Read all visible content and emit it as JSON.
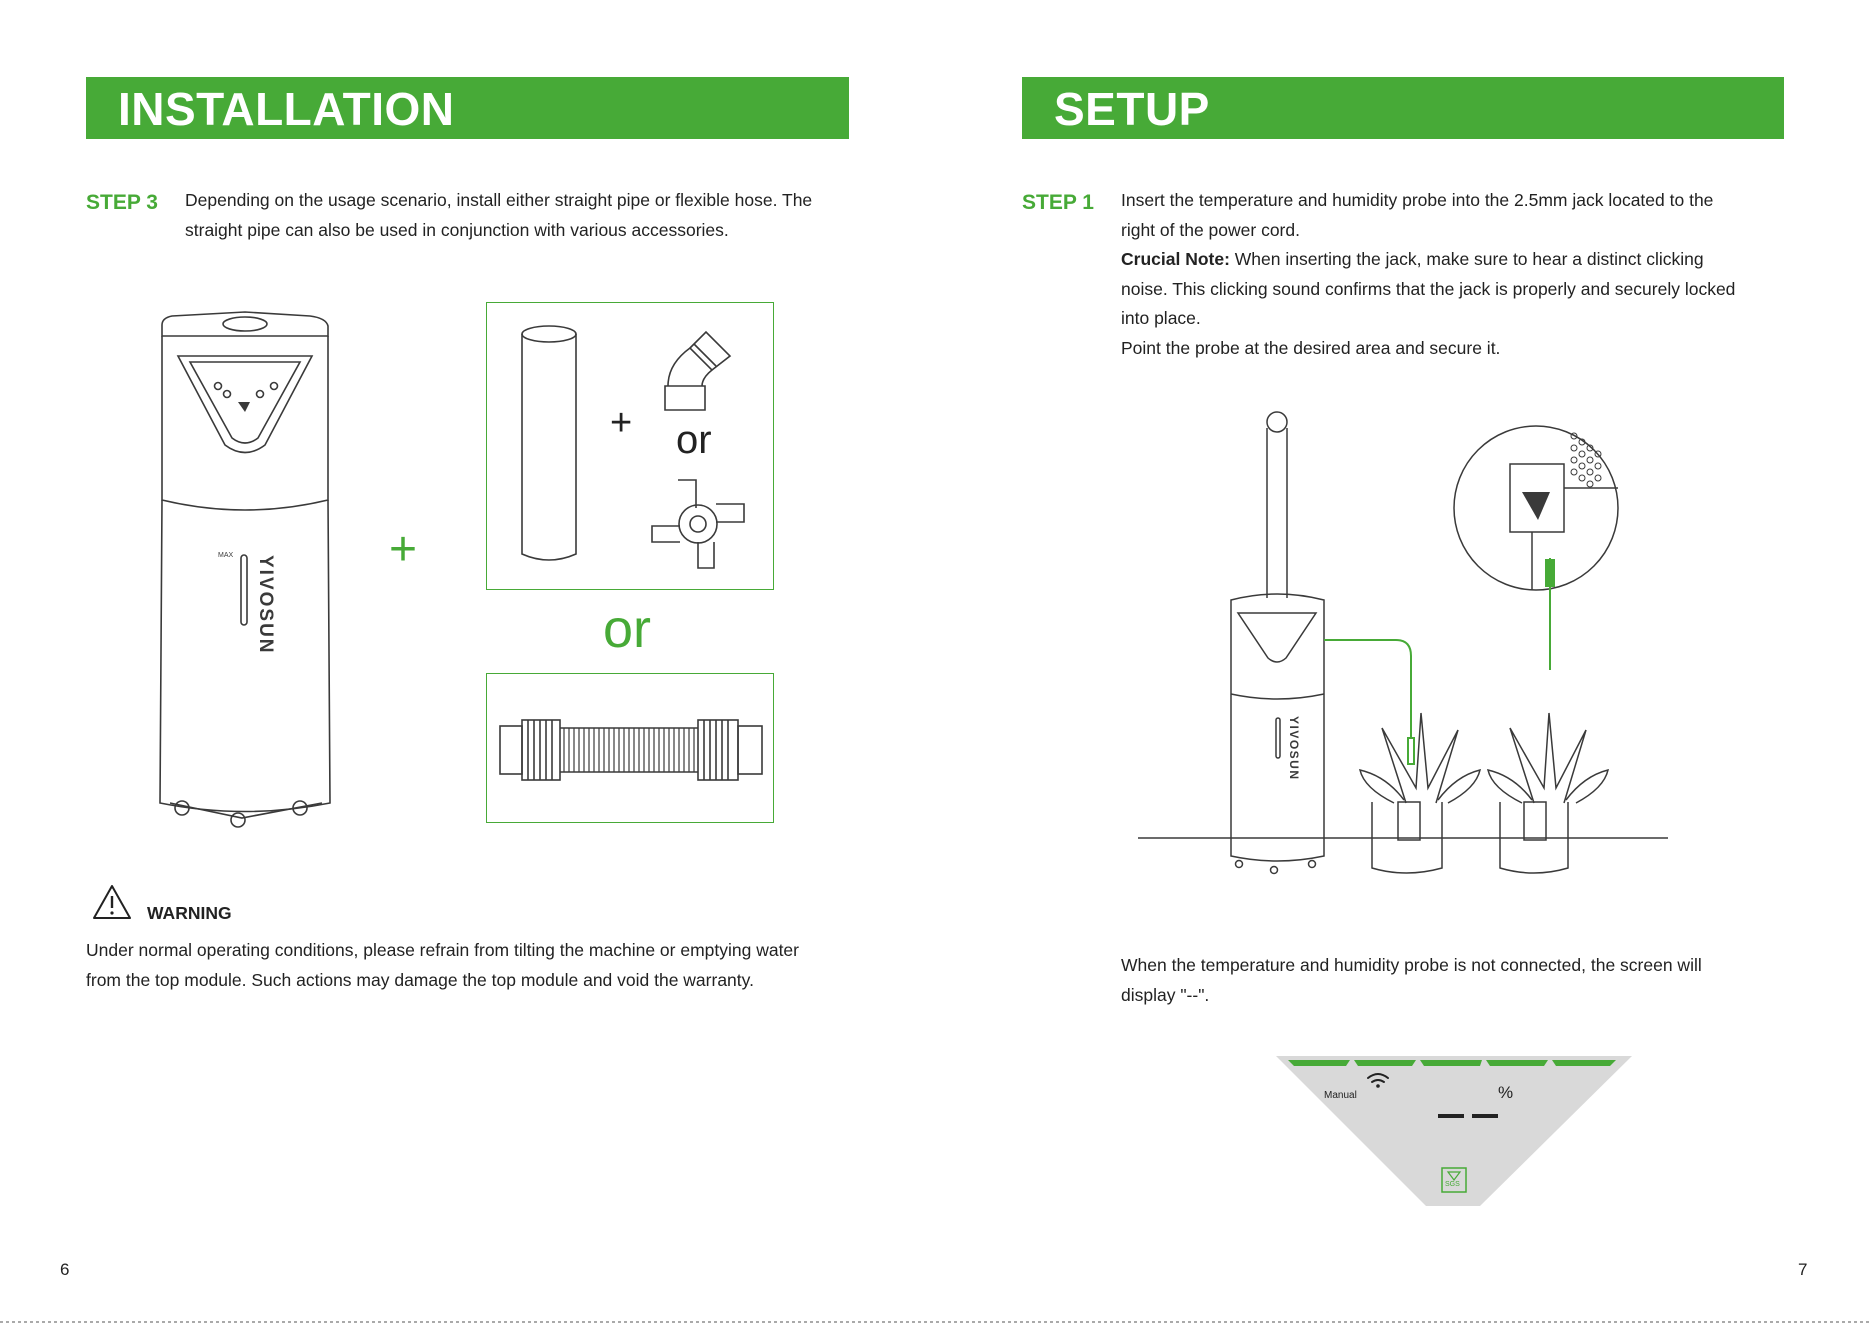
{
  "left_page": {
    "section_title": "INSTALLATION",
    "step": {
      "label": "STEP 3",
      "text_line1": "Depending on the usage scenario, install either straight pipe or flexible hose. The",
      "text_line2": "straight pipe can also be used in conjunction with various accessories."
    },
    "device_brand": "YIVOSUN",
    "max_mark": "MAX",
    "plus_symbol": "+",
    "inner_or": "or",
    "big_or": "or",
    "warning": {
      "title": "WARNING",
      "line1": "Under normal operating conditions, please refrain from tilting the machine or emptying water",
      "line2": "from the top module. Such actions may damage the top module and void the warranty."
    },
    "page_number": "6"
  },
  "right_page": {
    "section_title": "SETUP",
    "step": {
      "label": "STEP 1",
      "line1": "Insert the temperature and humidity probe into the 2.5mm jack located to the",
      "line2": "right of the power cord.",
      "note_label": "Crucial Note:",
      "note_line1": " When inserting the jack, make sure to hear a distinct clicking",
      "note_line2": "noise. This clicking sound confirms that the jack is properly and securely locked",
      "note_line3": "into place.",
      "line_last": "Point the probe at the desired area and secure it."
    },
    "device_brand": "YIVOSUN",
    "display_note_line1": "When the temperature and humidity probe is not connected, the screen will",
    "display_note_line2": "display \"--\".",
    "panel": {
      "mode": "Manual",
      "unit": "%",
      "reading": "– –",
      "badge": "SGS"
    },
    "page_number": "7"
  },
  "colors": {
    "brand_green": "#47aa37",
    "panel_gray": "#d9d9d9",
    "line_art": "#3a3a3a"
  }
}
